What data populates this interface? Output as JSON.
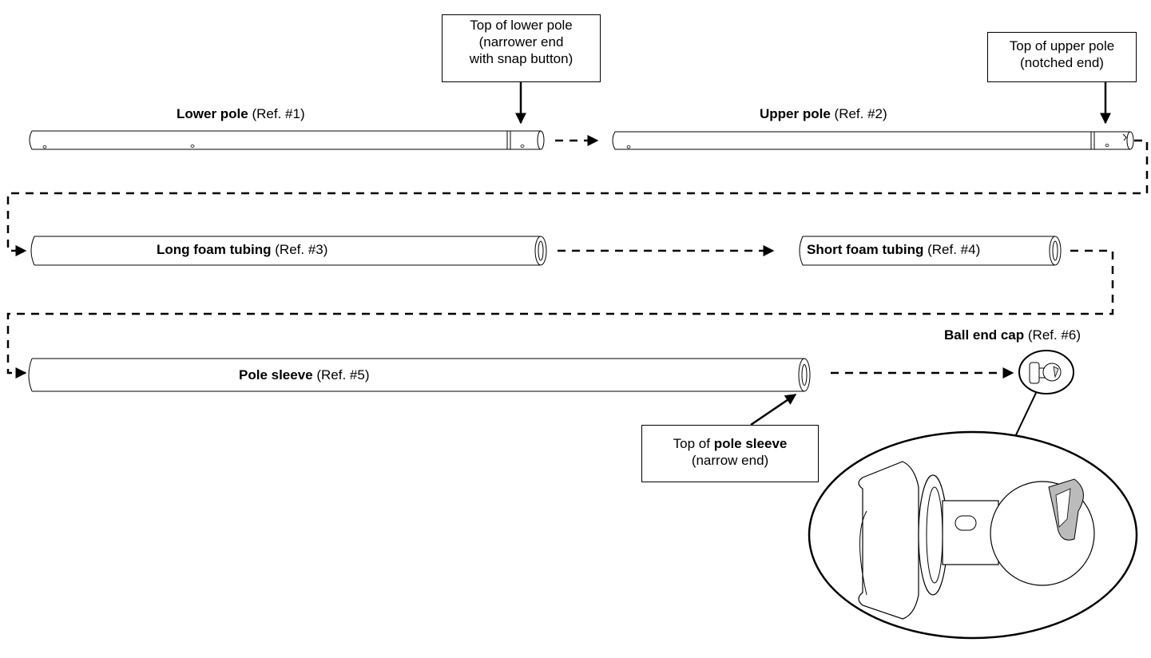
{
  "parts": {
    "lower_pole": {
      "name": "Lower pole",
      "ref": "(Ref. #1)"
    },
    "upper_pole": {
      "name": "Upper pole",
      "ref": "(Ref. #2)"
    },
    "long_foam": {
      "name": "Long foam tubing",
      "ref": "(Ref. #3)"
    },
    "short_foam": {
      "name": "Short foam tubing",
      "ref": "(Ref. #4)"
    },
    "pole_sleeve": {
      "name": "Pole sleeve",
      "ref": "(Ref. #5)"
    },
    "ball_cap": {
      "name": "Ball end cap",
      "ref": "(Ref. #6)"
    }
  },
  "callouts": {
    "lower_top": {
      "line1": "Top of lower pole",
      "line2": "(narrower end",
      "line3": "with snap button)"
    },
    "upper_top": {
      "line1": "Top of upper pole",
      "line2": "(notched end)"
    },
    "sleeve_top": {
      "line1_prefix": "Top of ",
      "line1_bold": "pole sleeve",
      "line2": "(narrow end)"
    }
  }
}
